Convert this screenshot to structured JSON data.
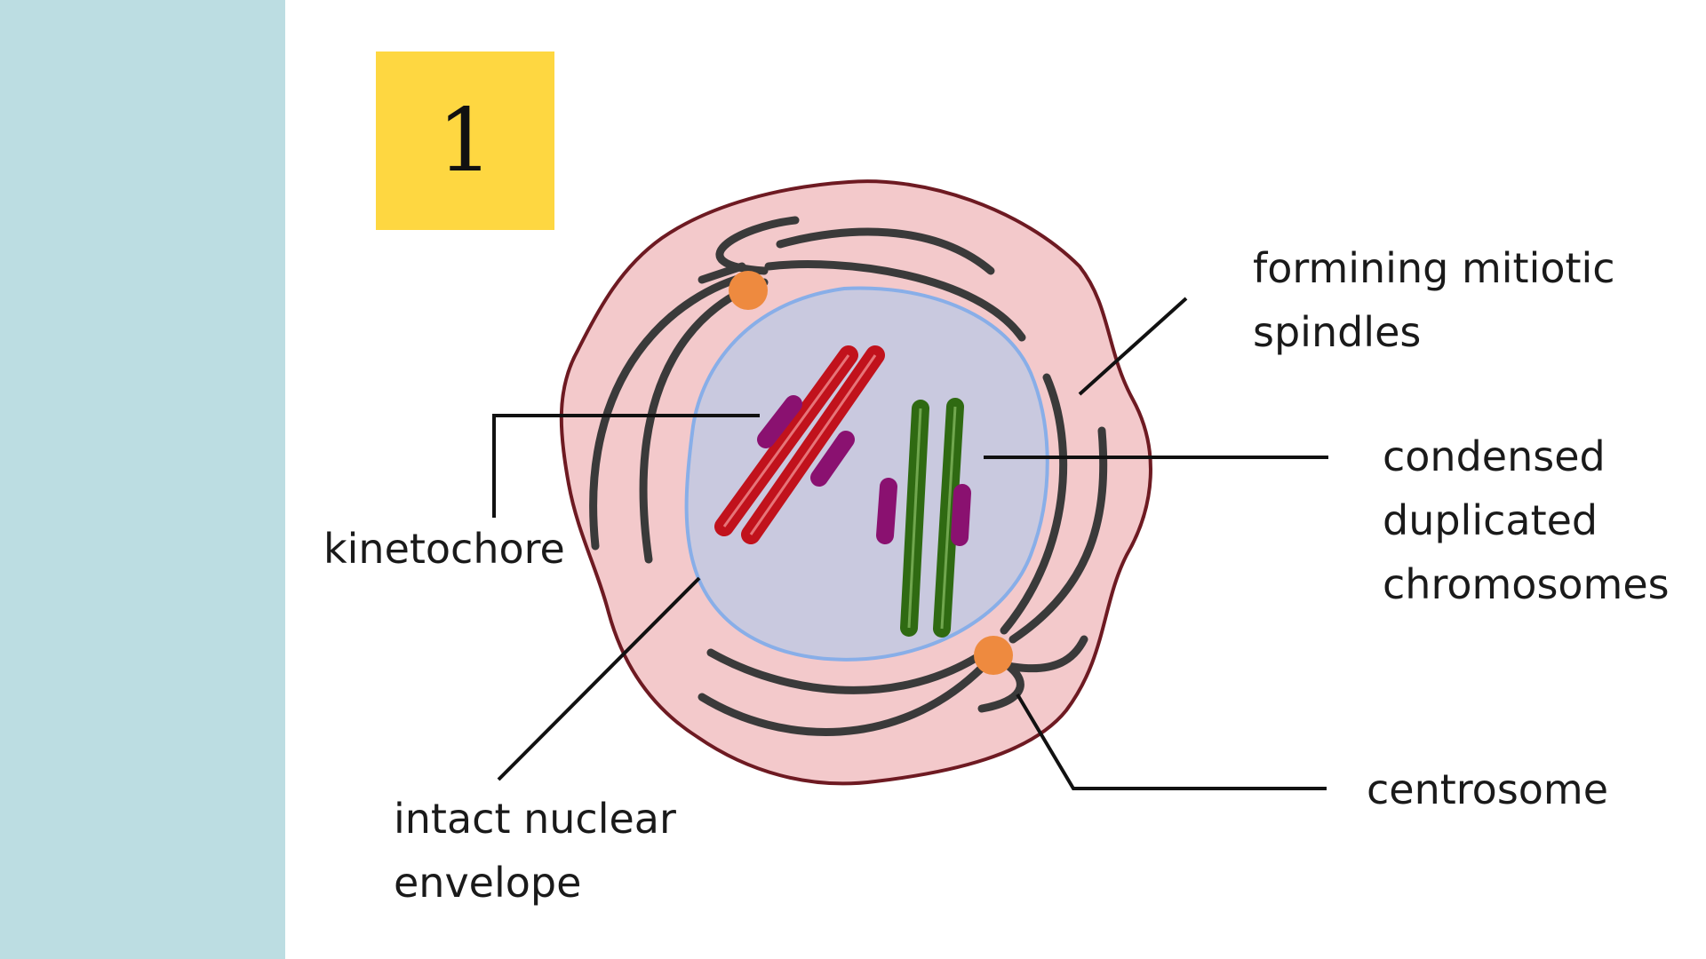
{
  "step": {
    "number": "1"
  },
  "labels": {
    "kinetochore": "kinetochore",
    "nuclear_envelope": [
      "intact nuclear",
      "envelope"
    ],
    "spindles": [
      "formining mitiotic",
      "spindles"
    ],
    "chromosomes": [
      "condensed",
      "duplicated",
      "chromosomes"
    ],
    "centrosome": "centrosome"
  },
  "colors": {
    "side_panel": "#bcdde2",
    "badge": "#fed741",
    "cytoplasm": "#f3c9cb",
    "cell_membrane": "#6e1a22",
    "nucleus": "#c9c9df",
    "nuclear_envelope": "#88aee8",
    "spindle_fibers": "#3a3a3a",
    "centrosome": "#ee8a3f",
    "chromosome_red": "#c1121c",
    "chromosome_green": "#2f6a12",
    "kinetochore": "#8a1170"
  }
}
